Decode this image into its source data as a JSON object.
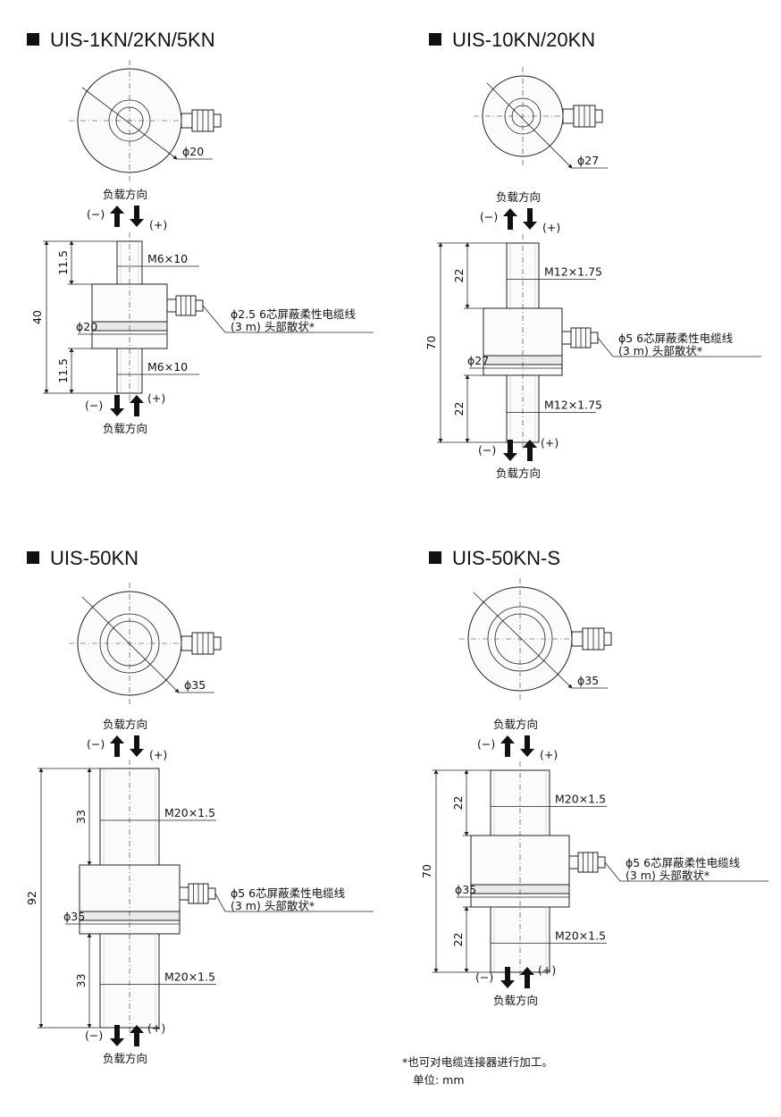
{
  "sheet": {
    "title_square_glyph": "■",
    "load_label": "负载方向",
    "minus_label": "(−)",
    "plus_label": "(+)"
  },
  "panels": [
    {
      "model": "UIS-1KN/2KN/5KN",
      "top_diameter": "ϕ20",
      "upper_height": "11.5",
      "upper_thread": "M6×10",
      "total_height": "40",
      "body_diameter": "ϕ20",
      "lower_height": "11.5",
      "lower_thread": "M6×10",
      "cable_line1": "ϕ2.5 6芯屏蔽柔性电缆线",
      "cable_line2": "(3 m) 头部散状*"
    },
    {
      "model": "UIS-10KN/20KN",
      "top_diameter": "ϕ27",
      "upper_height": "22",
      "upper_thread": "M12×1.75",
      "total_height": "70",
      "body_diameter": "ϕ27",
      "lower_height": "22",
      "lower_thread": "M12×1.75",
      "cable_line1": "ϕ5 6芯屏蔽柔性电缆线",
      "cable_line2": "(3 m) 头部散状*"
    },
    {
      "model": "UIS-50KN",
      "top_diameter": "ϕ35",
      "upper_height": "33",
      "upper_thread": "M20×1.5",
      "total_height": "92",
      "body_diameter": "ϕ35",
      "lower_height": "33",
      "lower_thread": "M20×1.5",
      "cable_line1": "ϕ5 6芯屏蔽柔性电缆线",
      "cable_line2": "(3 m) 头部散状*"
    },
    {
      "model": "UIS-50KN-S",
      "top_diameter": "ϕ35",
      "upper_height": "22",
      "upper_thread": "M20×1.5",
      "total_height": "70",
      "body_diameter": "ϕ35",
      "lower_height": "22",
      "lower_thread": "M20×1.5",
      "cable_line1": "ϕ5 6芯屏蔽柔性电缆线",
      "cable_line2": "(3 m) 头部散状*"
    }
  ],
  "footnote": {
    "line1": "*也可对电缆连接器进行加工。",
    "line2": "单位: mm"
  }
}
